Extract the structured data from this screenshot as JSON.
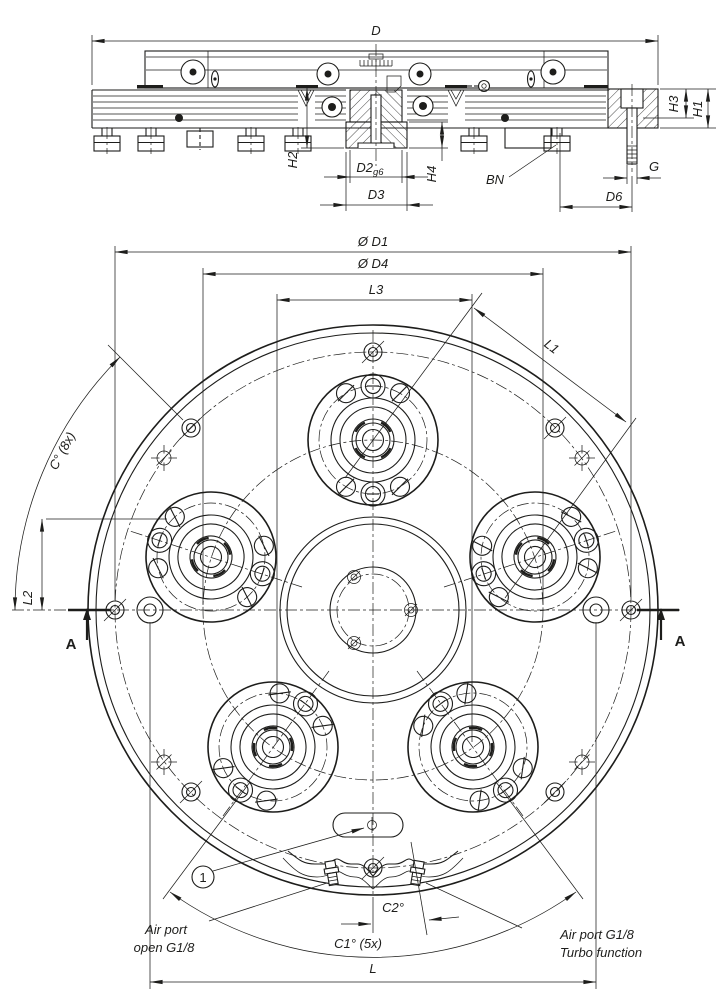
{
  "drawing": {
    "colors": {
      "line": "#1d1d1b",
      "background": "#ffffff"
    },
    "side_view": {
      "labels": {
        "d": "D",
        "h3": "H3",
        "h1": "H1",
        "h2": "H2",
        "h4": "H4",
        "d2": "D2",
        "d2_tol": "g6",
        "d3": "D3",
        "bn": "BN",
        "g": "G",
        "d6": "D6"
      }
    },
    "top_view": {
      "labels": {
        "d1": "Ø D1",
        "d4": "Ø D4",
        "l3": "L3",
        "l1": "L1",
        "c8": "C° (8x)",
        "l2": "L2",
        "c1": "C1° (5x)",
        "c2": "C2°",
        "l": "L"
      },
      "section": "A",
      "balloon": "1",
      "air_left": [
        "Air port",
        "open G1/8"
      ],
      "air_right": [
        "Air port G1/8",
        "Turbo function"
      ]
    }
  }
}
